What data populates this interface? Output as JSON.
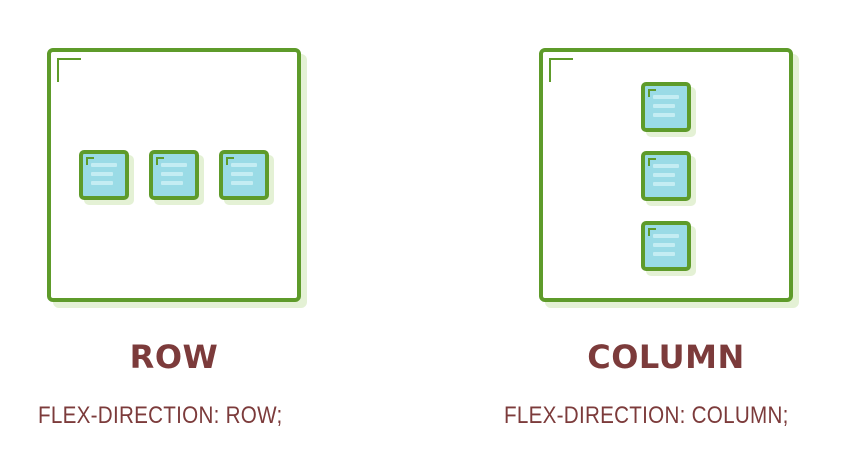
{
  "diagrams": [
    {
      "id": "row",
      "title": "ROW",
      "code": "FLEX-DIRECTION:  ROW;",
      "direction": "row",
      "item_count": 3
    },
    {
      "id": "column",
      "title": "COLUMN",
      "code": "FLEX-DIRECTION:  COLUMN;",
      "direction": "column",
      "item_count": 3
    }
  ],
  "colors": {
    "border_green": "#5e9b2a",
    "shadow_green": "#e4f1d5",
    "item_fill": "#9adbe6",
    "item_lines": "#c4edf3",
    "text_maroon": "#7c3b3b"
  }
}
